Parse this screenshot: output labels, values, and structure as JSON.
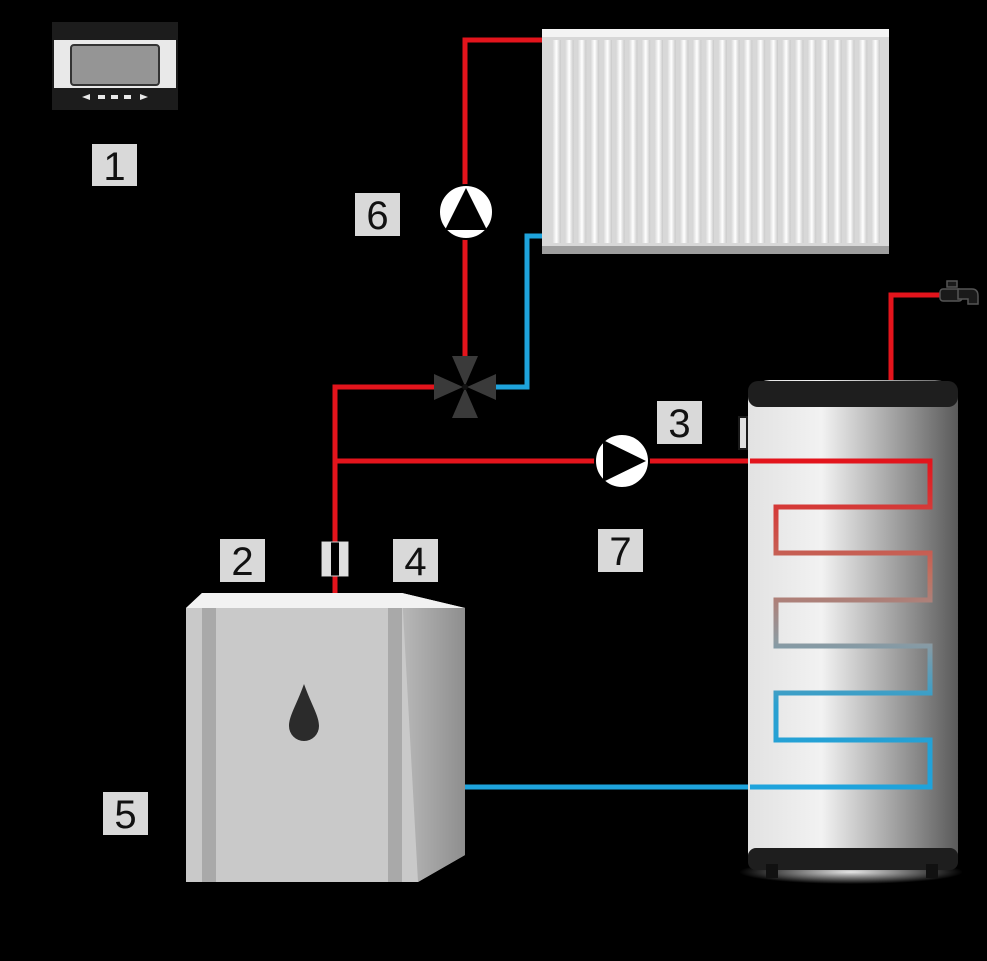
{
  "labels": {
    "controller": "1",
    "boiler_flow_sensor": "2",
    "tank_sensor": "3",
    "boiler_return_sensor": "4",
    "boiler": "5",
    "heating_pump": "6",
    "tank_pump": "7"
  },
  "icons": {
    "controller": "thermostat-controller-icon",
    "boiler": "boiler-icon",
    "fuel": "oil-drop-icon",
    "radiator": "radiator-icon",
    "tank": "hot-water-tank-icon",
    "tap": "water-tap-icon",
    "pump": "circulation-pump-icon",
    "valve": "three-way-valve-icon",
    "sensor": "temperature-sensor-icon"
  },
  "colors": {
    "hot": "#e3141c",
    "cold": "#1ea3dc",
    "label_bg": "#d9d9d9",
    "background": "#000000"
  }
}
